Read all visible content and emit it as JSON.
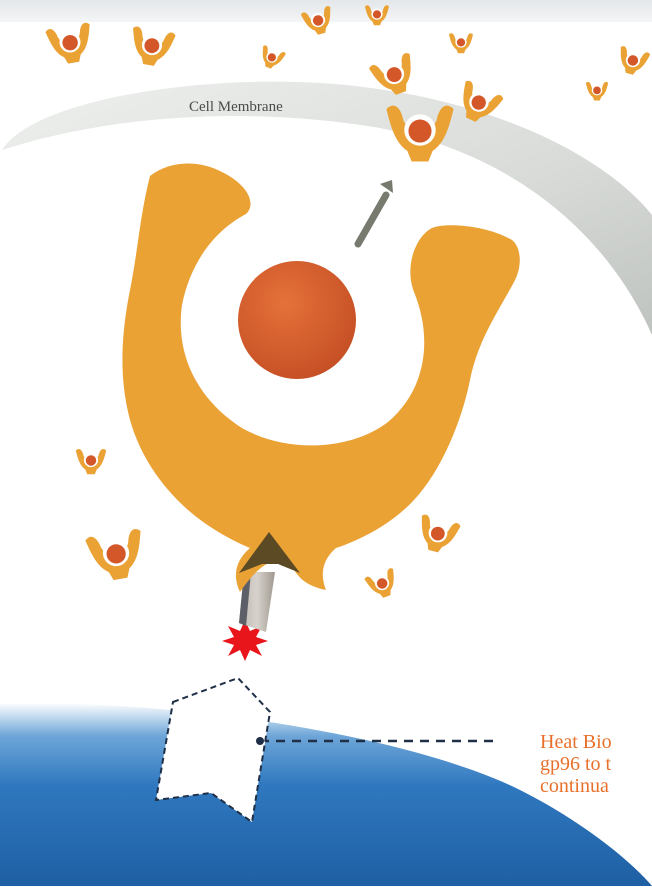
{
  "diagram": {
    "membrane_label": "Cell Membrane",
    "caption_lines": [
      "Heat Bio",
      "gp96 to t",
      "continua"
    ],
    "colors": {
      "receptor": "#eaa235",
      "peptide": "#d4572a",
      "nucleus": "#2d72ba",
      "membrane": "#d9dcd9",
      "caption": "#e8702a",
      "burst": "#e8151b"
    }
  }
}
